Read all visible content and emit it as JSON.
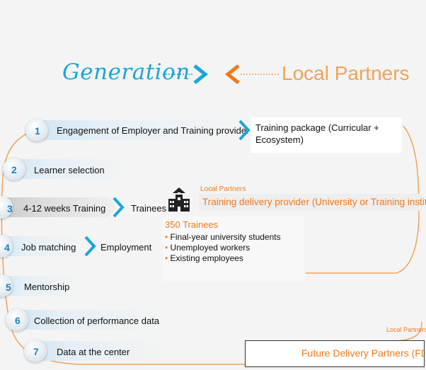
{
  "header": {
    "logo_text": "Generation",
    "partner_title": "Local Partners"
  },
  "steps": [
    {
      "num": "1",
      "label": "Engagement of Employer and Training provider"
    },
    {
      "num": "2",
      "label": "Learner selection"
    },
    {
      "num": "3",
      "label": "4-12 weeks Training"
    },
    {
      "num": "4",
      "label": "Job matching"
    },
    {
      "num": "5",
      "label": "Mentorship"
    },
    {
      "num": "6",
      "label": "Collection of performance data"
    },
    {
      "num": "7",
      "label": "Data at the center"
    }
  ],
  "outputs": {
    "training_package": "Training package (Curricular + Ecosystem)",
    "trainees": "Trainees",
    "employment": "Employment"
  },
  "provider": {
    "tag": "Local Partners",
    "title": "Training delivery provider (University or Training institute)"
  },
  "trainees_box": {
    "title": "350 Trainees",
    "items": [
      "Final-year university students",
      "Unemployed workers",
      "Existing employees"
    ]
  },
  "fdp": {
    "tag": "Local Partners",
    "title": "Future Delivery Partners (FDP)"
  },
  "colors": {
    "blue": "#1aa6d8",
    "orange": "#f07a1a",
    "light_orange": "#f0a35a"
  }
}
